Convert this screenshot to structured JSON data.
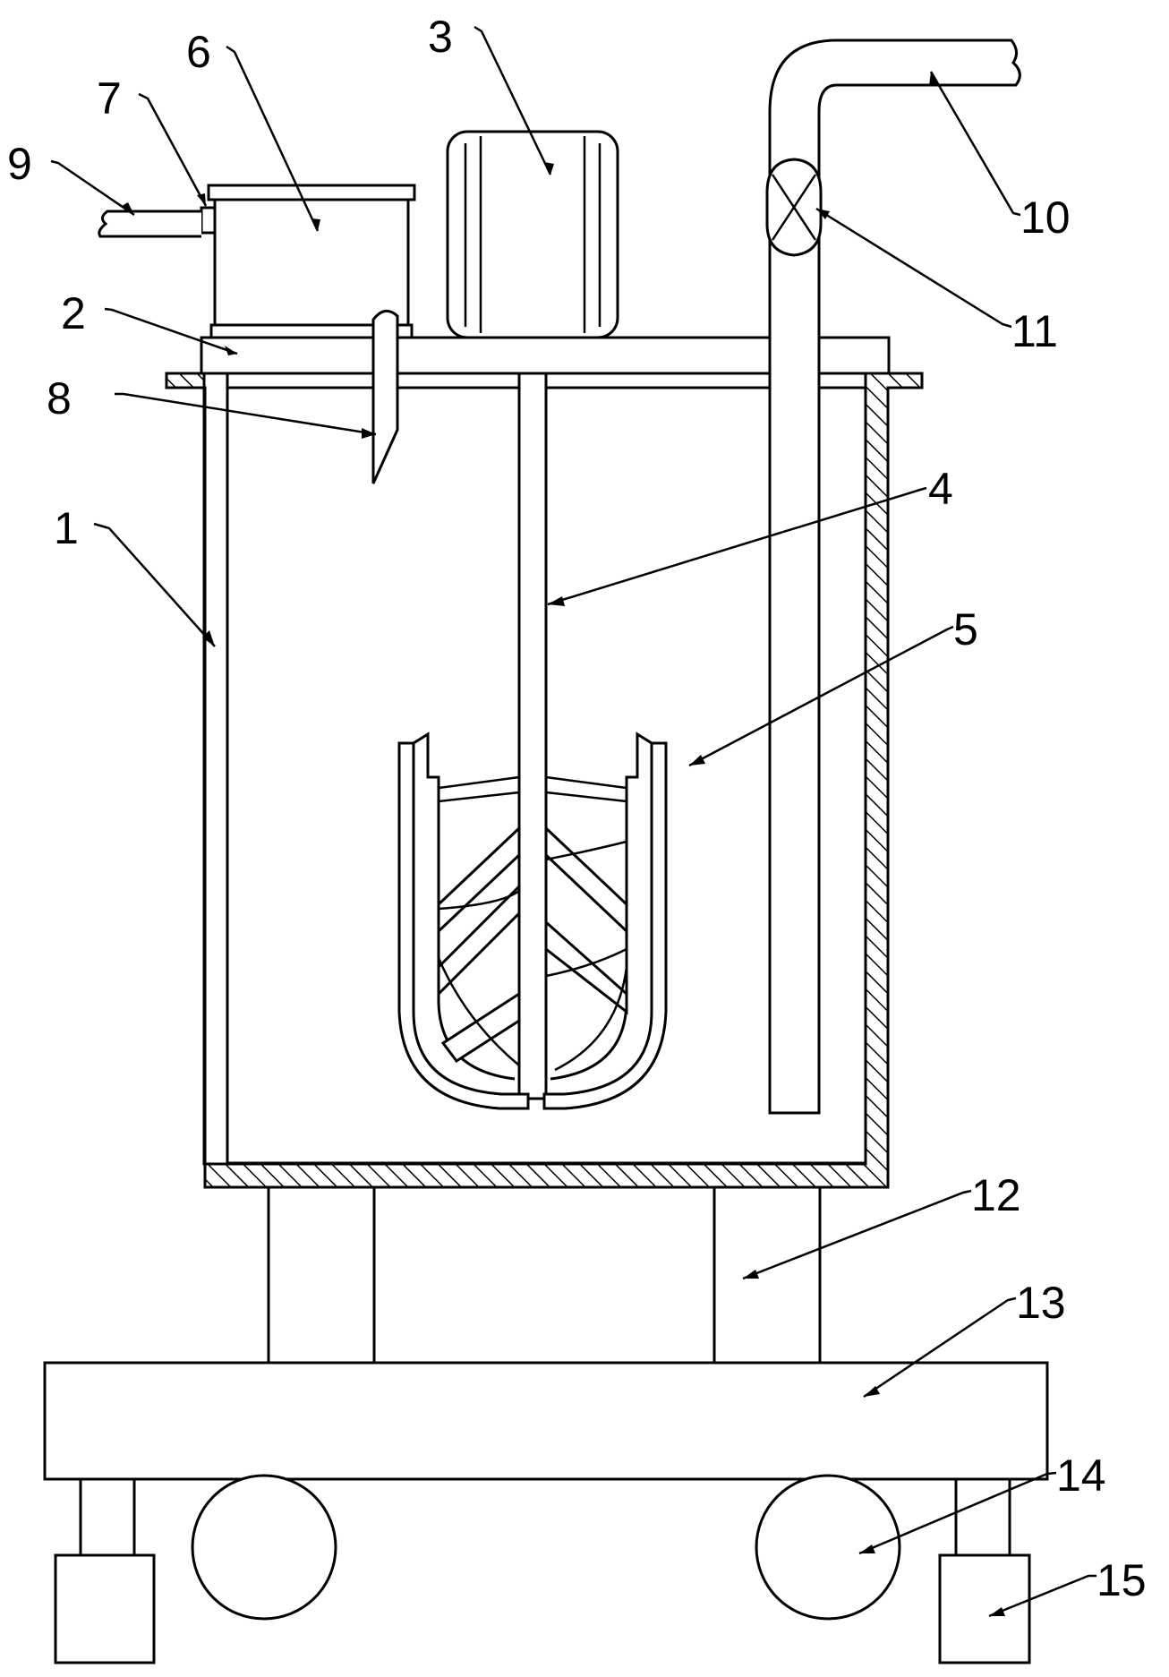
{
  "labels": [
    {
      "id": "1",
      "text": "1"
    },
    {
      "id": "2",
      "text": "2"
    },
    {
      "id": "3",
      "text": "3"
    },
    {
      "id": "4",
      "text": "4"
    },
    {
      "id": "5",
      "text": "5"
    },
    {
      "id": "6",
      "text": "6"
    },
    {
      "id": "7",
      "text": "7"
    },
    {
      "id": "8",
      "text": "8"
    },
    {
      "id": "9",
      "text": "9"
    },
    {
      "id": "10",
      "text": "10"
    },
    {
      "id": "11",
      "text": "11"
    },
    {
      "id": "12",
      "text": "12"
    },
    {
      "id": "13",
      "text": "13"
    },
    {
      "id": "14",
      "text": "14"
    },
    {
      "id": "15",
      "text": "15"
    }
  ]
}
